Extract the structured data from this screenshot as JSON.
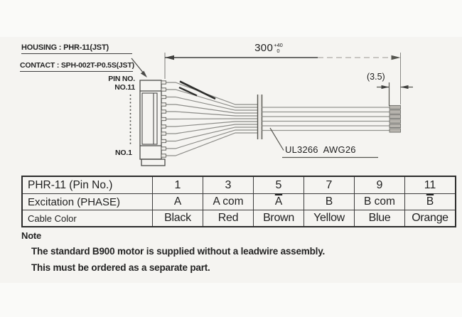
{
  "drawing": {
    "housing_label": "HOUSING : PHR-11(JST)",
    "contact_label": "CONTACT : SPH-002T-P0.5S(JST)",
    "pin_no_label": "PIN NO.",
    "pin_top_label": "NO.11",
    "pin_bottom_label": "NO.1",
    "length_value": "300",
    "length_tol_upper": "+40",
    "length_tol_lower": "0",
    "strip_length": "(3.5)",
    "wire_spec": "UL3266  AWG26"
  },
  "table": {
    "rows": [
      {
        "label": "PHR-11  (Pin No.)",
        "cells": [
          {
            "t": "1"
          },
          {
            "t": "3"
          },
          {
            "t": "5"
          },
          {
            "t": "7"
          },
          {
            "t": "9"
          },
          {
            "t": "11"
          }
        ]
      },
      {
        "label": "Excitation (PHASE)",
        "cells": [
          {
            "t": "A"
          },
          {
            "t": "A com"
          },
          {
            "t": "A",
            "bar": true
          },
          {
            "t": "B"
          },
          {
            "t": "B com"
          },
          {
            "t": "B",
            "bar": true
          }
        ]
      },
      {
        "label": "Cable Color",
        "cells": [
          {
            "t": "Black"
          },
          {
            "t": "Red"
          },
          {
            "t": "Brown"
          },
          {
            "t": "Yellow"
          },
          {
            "t": "Blue"
          },
          {
            "t": "Orange"
          }
        ]
      }
    ]
  },
  "note": {
    "title": "Note",
    "line1": "The standard B900 motor is supplied without a leadwire assembly.",
    "line2": "This must be ordered as a separate part."
  }
}
